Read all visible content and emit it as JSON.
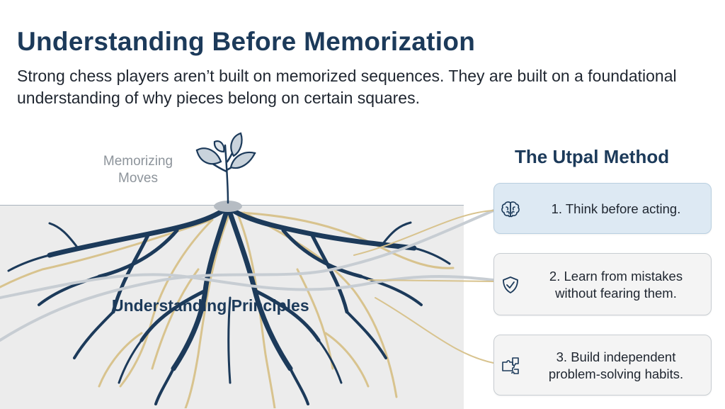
{
  "header": {
    "title": "Understanding Before Memorization",
    "subtitle": "Strong chess players aren’t built on memorized sequences. They are built on a foundational understanding of why pieces belong on certain squares."
  },
  "diagram": {
    "above_ground_label": "Memorizing Moves",
    "roots_label": "Understanding Principles"
  },
  "method": {
    "title": "The Utpal Method",
    "steps": [
      {
        "text": "1. Think before acting.",
        "icon": "brain-icon"
      },
      {
        "text": "2. Learn from mistakes without fearing them.",
        "icon": "shield-check-icon"
      },
      {
        "text": "3. Build independent problem-solving habits.",
        "icon": "puzzle-icon"
      }
    ]
  },
  "colors": {
    "navy": "#1c3a5a",
    "gold": "#d8c38e",
    "gray_line": "#c7cdd3",
    "highlight_card": "#dde9f3"
  }
}
